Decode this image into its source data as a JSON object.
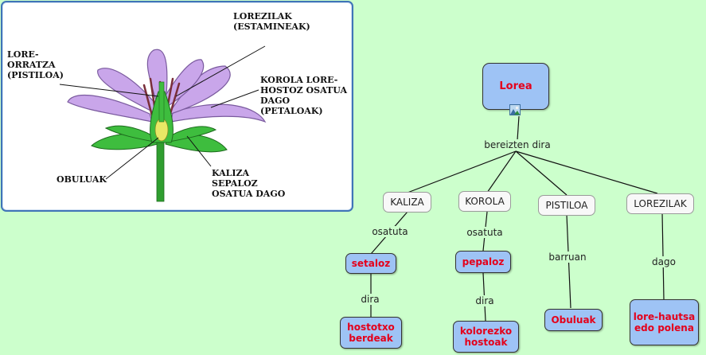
{
  "concept_map": {
    "root": "Lorea",
    "root_link": "bereizten dira",
    "branches": [
      {
        "node": "KALIZA",
        "link1": "osatuta",
        "mid": "setaloz",
        "link2": "dira",
        "leaf": "hostotxo berdeak"
      },
      {
        "node": "KOROLA",
        "link1": "osatuta",
        "mid": "pepaloz",
        "link2": "dira",
        "leaf": "kolorezko hostoak"
      },
      {
        "node": "PISTILOA",
        "link1": "barruan",
        "leaf": "Obuluak"
      },
      {
        "node": "LOREZILAK",
        "link1": "dago",
        "leaf": "lore-hautsa edo polena"
      }
    ]
  },
  "flower_image": {
    "labels": {
      "lorezilak": "LOREZILAK\n(ESTAMINEAK)",
      "lore_orratza": "LORE-\nORRATZA\n(PISTILOA)",
      "korola": "KOROLA LORE-\nHOSTOZ OSATUA\nDAGO\n(PETALOAK)",
      "obuluak": "OBULUAK",
      "kaliza": "KALIZA\nSEPALOZ\nOSATUA DAGO"
    },
    "colors": {
      "petal": "#c9a6ea",
      "petal_stroke": "#7a5a9e",
      "sepal": "#3ebd3e",
      "stem": "#2f9e2f",
      "ovary": "#e8e866"
    }
  },
  "icons": {
    "image_attachment": "image-icon"
  },
  "colors": {
    "background": "#ccffcc",
    "node_blue": "#9ec3f5",
    "node_text_red": "#e4001b",
    "panel_border": "#3f74b7"
  }
}
